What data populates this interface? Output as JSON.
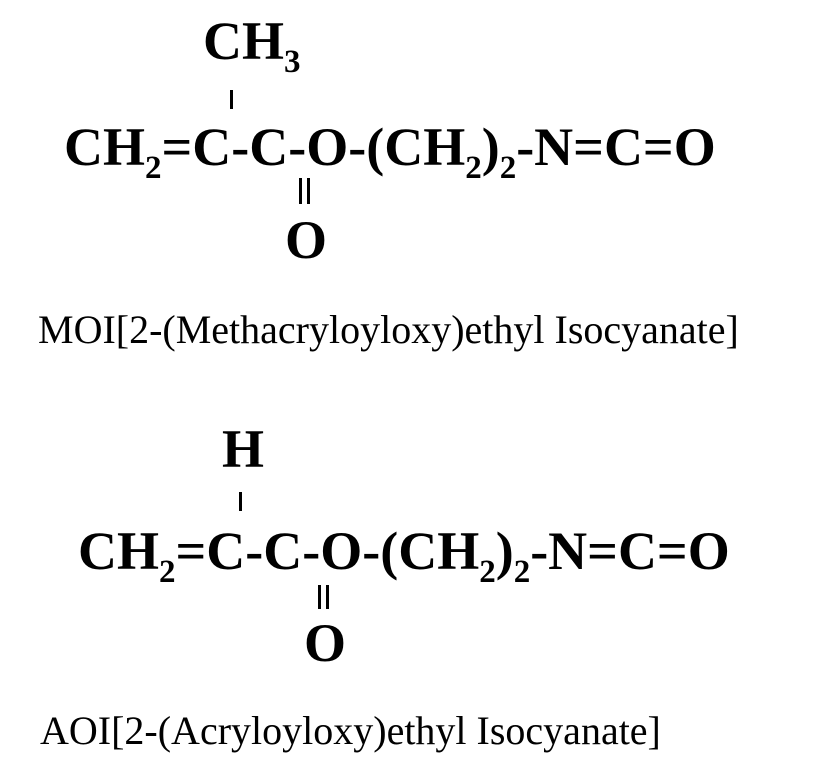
{
  "structures": [
    {
      "substituent": "CH",
      "substituent_sub": "3",
      "chain": {
        "p1": "CH",
        "s1": "2",
        "p2": "=C-C-O-(CH",
        "s2": "2",
        "p3": ")",
        "s3": "2",
        "p4": "-N=C=O"
      },
      "carbonyl_oxygen": "O",
      "caption": "MOI[2-(Methacryloyloxy)ethyl Isocyanate]"
    },
    {
      "substituent": "H",
      "substituent_sub": "",
      "chain": {
        "p1": "CH",
        "s1": "2",
        "p2": "=C-C-O-(CH",
        "s2": "2",
        "p3": ")",
        "s3": "2",
        "p4": "-N=C=O"
      },
      "carbonyl_oxygen": "O",
      "caption": "AOI[2-(Acryloyloxy)ethyl Isocyanate]"
    }
  ]
}
